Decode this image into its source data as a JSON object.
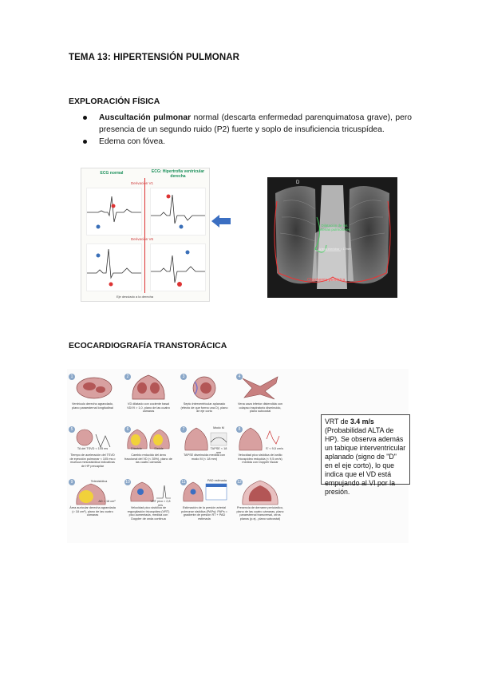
{
  "title": "TEMA 13: HIPERTENSIÓN PULMONAR",
  "section1": {
    "heading": "EXPLORACIÓN FÍSICA",
    "bullets": [
      {
        "bold": "Auscultación pulmonar",
        "rest": " normal (descarta enfermedad parenquimatosa grave), pero presencia de un segundo ruido (P2) fuerte y soplo de insuficiencia tricuspídea."
      },
      {
        "bold": "",
        "rest": "Edema con fóvea."
      }
    ]
  },
  "ecg_figure": {
    "title_left": "ECG normal",
    "title_right": "ECG: Hipertrofia ventricular derecha",
    "lead_top": "Derivación V1",
    "lead_bottom": "Derivación V6",
    "footnote": "Eje desviado a la derecha"
  },
  "xray_figure": {
    "corner": "D",
    "center_label": "Dilatación de las arterias pulmonares",
    "measure_label": "Arteria interlobar > 17mm",
    "bottom_label": "Oligohemia periférica"
  },
  "section2": {
    "heading": "ECOCARDIOGRAFÍA TRANSTORÁCICA"
  },
  "echo_figure": {
    "panels": [
      {
        "num": "1",
        "caption": "Ventrículo derecho agrandado, plano paraesternal longitudinal"
      },
      {
        "num": "2",
        "caption": "VD dilatado con cociente basal VD/VI > 1,0, plano de las cuatro cámaras"
      },
      {
        "num": "3",
        "caption": "Septo interventricular aplanado (efecto de que forma una D), plano de eje corto"
      },
      {
        "num": "4",
        "caption": "Vena cava inferior distendida con colapso inspiratorio disminuido, plano subcostal"
      },
      {
        "num": "5",
        "caption": "Tiempo de aceleración del TSVD de eyección pulmonar < 105 ms o muesca mesosistólica indicativas de HP precapilar"
      },
      {
        "num": "6",
        "caption": "Cambio reducido del área fraccional del VD (< 35%), plano de las cuatro cámaras"
      },
      {
        "num": "7",
        "caption": "TAPSE disminuida medida con modo M (< 18 mm)"
      },
      {
        "num": "8",
        "caption": "Velocidad pico sistólica del anillo tricuspídeo reducida (< 9,5 cm/s) medida con Doppler tisular"
      },
      {
        "num": "9",
        "caption": "Área auricular derecha agrandada (> 18 cm²), plano de las cuatro cámaras"
      },
      {
        "num": "10",
        "caption": "Velocidad pico sistólica de regurgitación tricuspídea (VRT) pico aumentada, medida con Doppler de onda continua"
      },
      {
        "num": "11",
        "caption": "Estimación de la presión arterial pulmonar sistólica (PAPs): PAPs = gradiente de presión RT + PAD estimada"
      },
      {
        "num": "12",
        "caption": "Presencia de derrame pericárdico, plano de las cuatro cámaras, plano paraesternal transversal, otros planos (p.ej., plano subcostal)"
      }
    ],
    "small_labels": {
      "tsvd": "TA del TSVD < 105 ms",
      "diastole": "Diástole",
      "systole": "Sístole",
      "mode_m": "Modo M",
      "tapse": "TAPSE < 18 mm",
      "s_prime": "S' < 9,5 cm/s",
      "telesystolic": "Telesistólica",
      "ad_area": "AD > 18 cm²",
      "vrt_peak": "VRT pico > 2,8 m/s",
      "pad_est": "PAD estimada"
    },
    "note_lines": [
      "VRT de ",
      "3.4 m/s",
      "(Probabilidad ALTA de HP).",
      "Se observa además un tabique interventricular aplanado (signo de \"D\" en el eje corto), lo que indica que el VD está empujando al VI por la presión."
    ]
  }
}
